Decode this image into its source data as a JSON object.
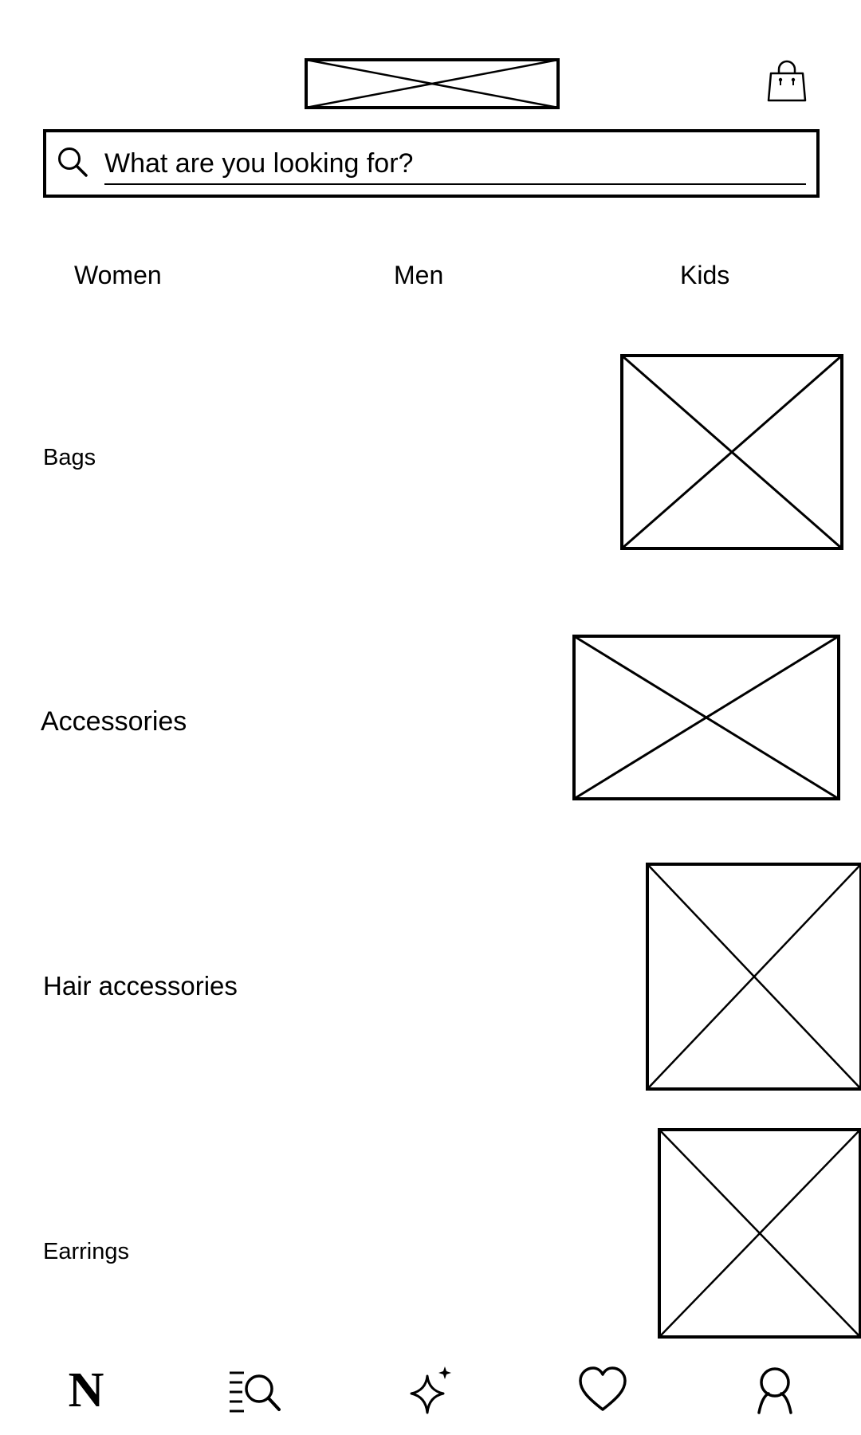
{
  "header": {
    "logo_icon": "logo-placeholder",
    "cart_icon": "shopping-bag-icon"
  },
  "search": {
    "icon": "search-icon",
    "placeholder": "What are you looking for?"
  },
  "tabs": [
    {
      "label": "Women"
    },
    {
      "label": "Men"
    },
    {
      "label": "Kids"
    }
  ],
  "categories": [
    {
      "label": "Bags",
      "image": "image-placeholder"
    },
    {
      "label": "Accessories",
      "image": "image-placeholder"
    },
    {
      "label": "Hair accessories",
      "image": "image-placeholder"
    },
    {
      "label": "Earrings",
      "image": "image-placeholder"
    }
  ],
  "bottom_nav": {
    "home": {
      "icon": "brand-home-icon",
      "letter": "N"
    },
    "browse": {
      "icon": "browse-search-icon"
    },
    "discover": {
      "icon": "sparkle-icon"
    },
    "wishlist": {
      "icon": "heart-icon"
    },
    "account": {
      "icon": "account-icon"
    }
  },
  "colors": {
    "background": "#ffffff",
    "foreground": "#000000"
  }
}
